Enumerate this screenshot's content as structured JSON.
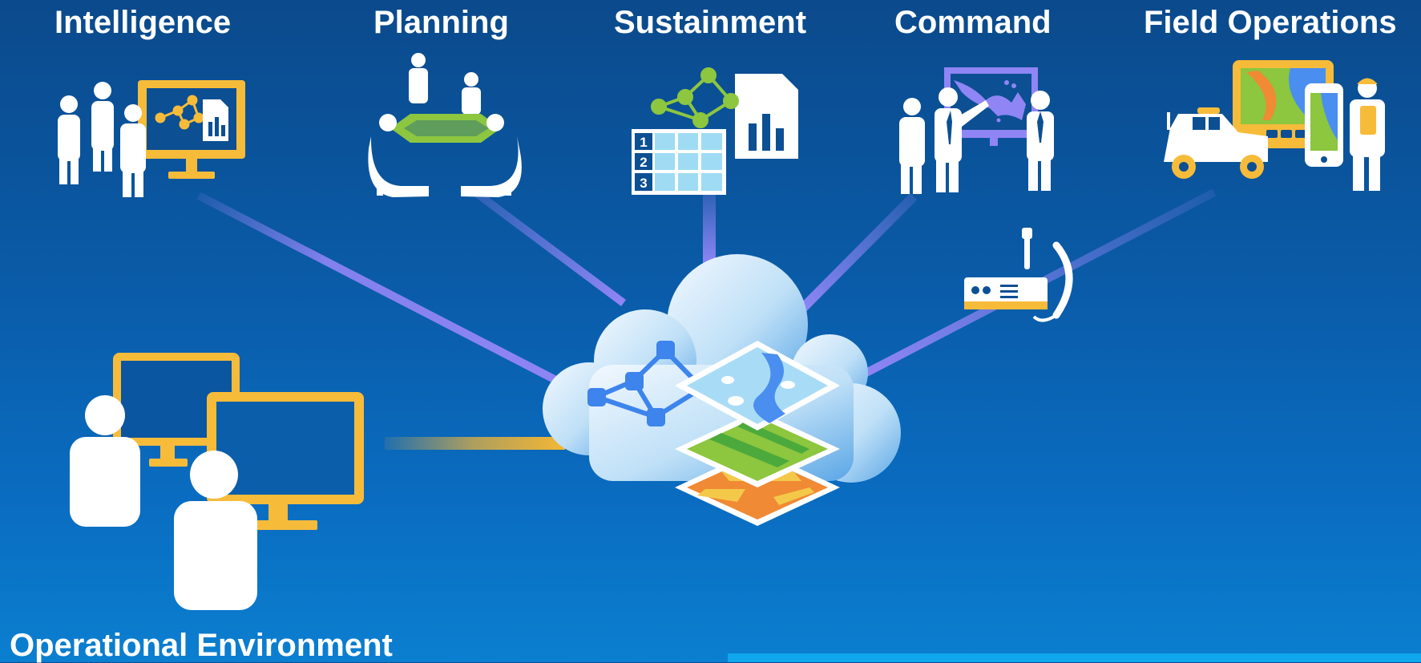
{
  "nodes": {
    "intelligence": "Intelligence",
    "planning": "Planning",
    "sustainment": "Sustainment",
    "command": "Command",
    "field_operations": "Field Operations",
    "operational_environment": "Operational Environment"
  },
  "table_rows": [
    "1",
    "2",
    "3"
  ],
  "colors": {
    "background_top": "#0b4a8c",
    "background_bottom": "#0b7fd0",
    "connector_purple": "#8f85f5",
    "connector_gold": "#f2b636",
    "accent_green": "#8dc63f",
    "accent_yellow": "#f7bb3a",
    "accent_blue": "#4a8ef0",
    "cloud": "#cfe6f8"
  },
  "icons": [
    "analysts-monitor-icon",
    "planning-table-icon",
    "spreadsheet-graph-icon",
    "briefing-map-icon",
    "vehicle-mobile-icon",
    "radio-icon",
    "cloud-gis-icon",
    "workstations-icon"
  ]
}
